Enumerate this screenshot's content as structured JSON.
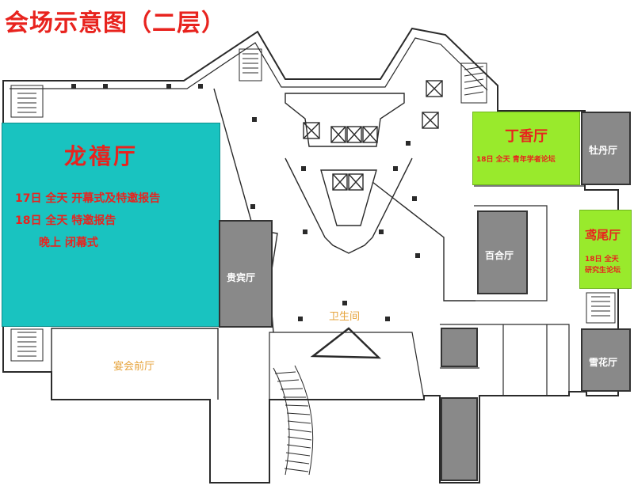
{
  "title": "会场示意图（二层）",
  "colors": {
    "accent_red": "#e8231e",
    "teal_hall": "#19c3c0",
    "green_hall": "#99ea2c",
    "gray_room": "#898989",
    "outline": "#2a2a2a",
    "orange_text": "#e6a33b"
  },
  "rooms": {
    "longxi": {
      "name": "龙禧厅",
      "lines": [
        "17日 全天  开幕式及特邀报告",
        "18日 全天  特邀报告",
        "晚上  闭幕式"
      ]
    },
    "guibin": {
      "name": "贵宾厅"
    },
    "dingxiang": {
      "name": "丁香厅",
      "note": "18日 全天   青年学者论坛"
    },
    "mudan": {
      "name": "牡丹厅"
    },
    "baihe": {
      "name": "百合厅"
    },
    "yuanwei": {
      "name": "鸢尾厅",
      "note_line1": "18日 全天",
      "note_line2": "研究生论坛"
    },
    "xuehua": {
      "name": "雪花厅"
    }
  },
  "areas": {
    "toilet": "卫生间",
    "banquet_foyer": "宴会前厅"
  }
}
